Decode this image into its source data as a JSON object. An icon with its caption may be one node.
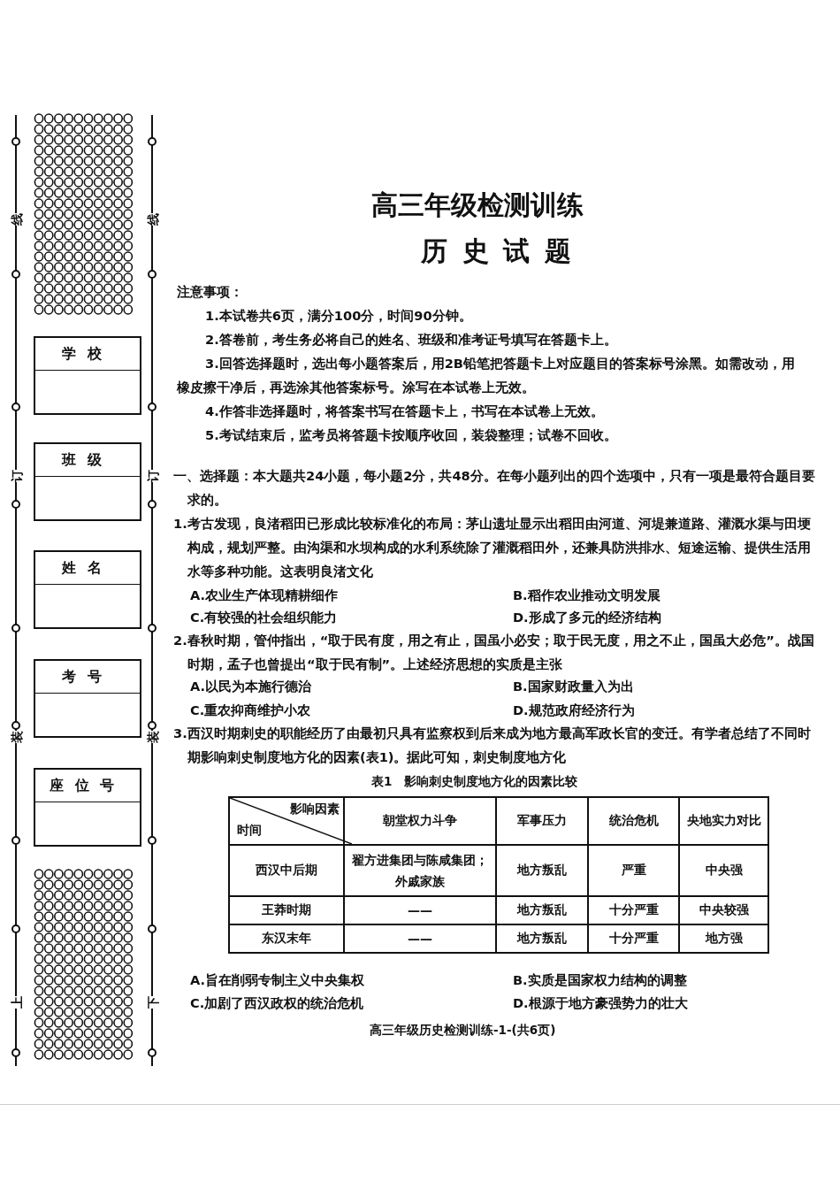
{
  "diagram": {
    "title": "高三年级检测训练",
    "caption": "高三年级历史检测训练-1-(共6页)",
    "nodes": [
      {
        "text": [
          "学校"
        ]
      },
      {
        "text": [
          "班级"
        ]
      },
      {
        "text": [
          "姓名"
        ]
      },
      {
        "text": [
          "考号"
        ]
      },
      {
        "text": [
          "座位号"
        ]
      }
    ],
    "labels": [
      "线",
      "订",
      "装",
      "上",
      "线",
      "订",
      "装",
      "下",
      "历史试题",
      "注意事项：",
      "1.本试卷共6页，满分100分，时间90分钟。",
      "2.答卷前，考生务必将自己的姓名、班级和准考证号填写在答题卡上。",
      "3.回答选择题时，选出每小题答案后，用2B铅笔把答题卡上对应题目的答案标号涂黑。如需改动，用橡皮擦干净后，再选涂其他答案标号。涂写在本试卷上无效。",
      "4.作答非选择题时，将答案书写在答题卡上，书写在本试卷上无效。",
      "5.考试结束后，监考员将答题卡按顺序收回，装袋整理；试卷不回收。",
      "一、选择题：本大题共24小题，每小题2分，共48分。在每小题列出的四个选项中，只有一项是最符合题目要求的。",
      "1.考古发现，良渚稻田已形成比较标准化的布局：茅山遗址显示出稻田由河道、河堤兼道路、灌溉水渠与田埂构成，规划严整。由沟渠和水坝构成的水利系统除了灌溉稻田外，还兼具防洪排水、短途运输、提供生活用水等多种功能。这表明良渚文化",
      "A.农业生产体现精耕细作",
      "B.稻作农业推动文明发展",
      "C.有较强的社会组织能力",
      "D.形成了多元的经济结构",
      "2.春秋时期，管仲指出，“取于民有度，用之有止，国虽小必安；取于民无度，用之不止，国虽大必危”。战国时期，孟子也曾提出“取于民有制”。上述经济思想的实质是主张",
      "A.以民为本施行德治",
      "B.国家财政量入为出",
      "C.重农抑商维护小农",
      "D.规范政府经济行为",
      "3.西汉时期刺史的职能经历了由最初只具有监察权到后来成为地方最高军政长官的变迁。有学者总结了不同时期影响刺史制度地方化的因素(表1)。据此可知，刺史制度地方化",
      "表1　影响刺史制度地方化的因素比较",
      "影响因素",
      "时间",
      "朝堂权力斗争",
      "军事压力",
      "统治危机",
      "央地实力对比",
      "西汉中后期",
      "翟方进集团与陈咸集团；外戚家族",
      "地方叛乱",
      "严重",
      "中央强",
      "王莽时期",
      "——",
      "地方叛乱",
      "十分严重",
      "中央较强",
      "东汉末年",
      "——",
      "地方叛乱",
      "十分严重",
      "地方强",
      "A.旨在削弱专制主义中央集权",
      "B.实质是国家权力结构的调整",
      "C.加剧了西汉政权的统治危机",
      "D.根源于地方豪强势力的壮大"
    ]
  }
}
